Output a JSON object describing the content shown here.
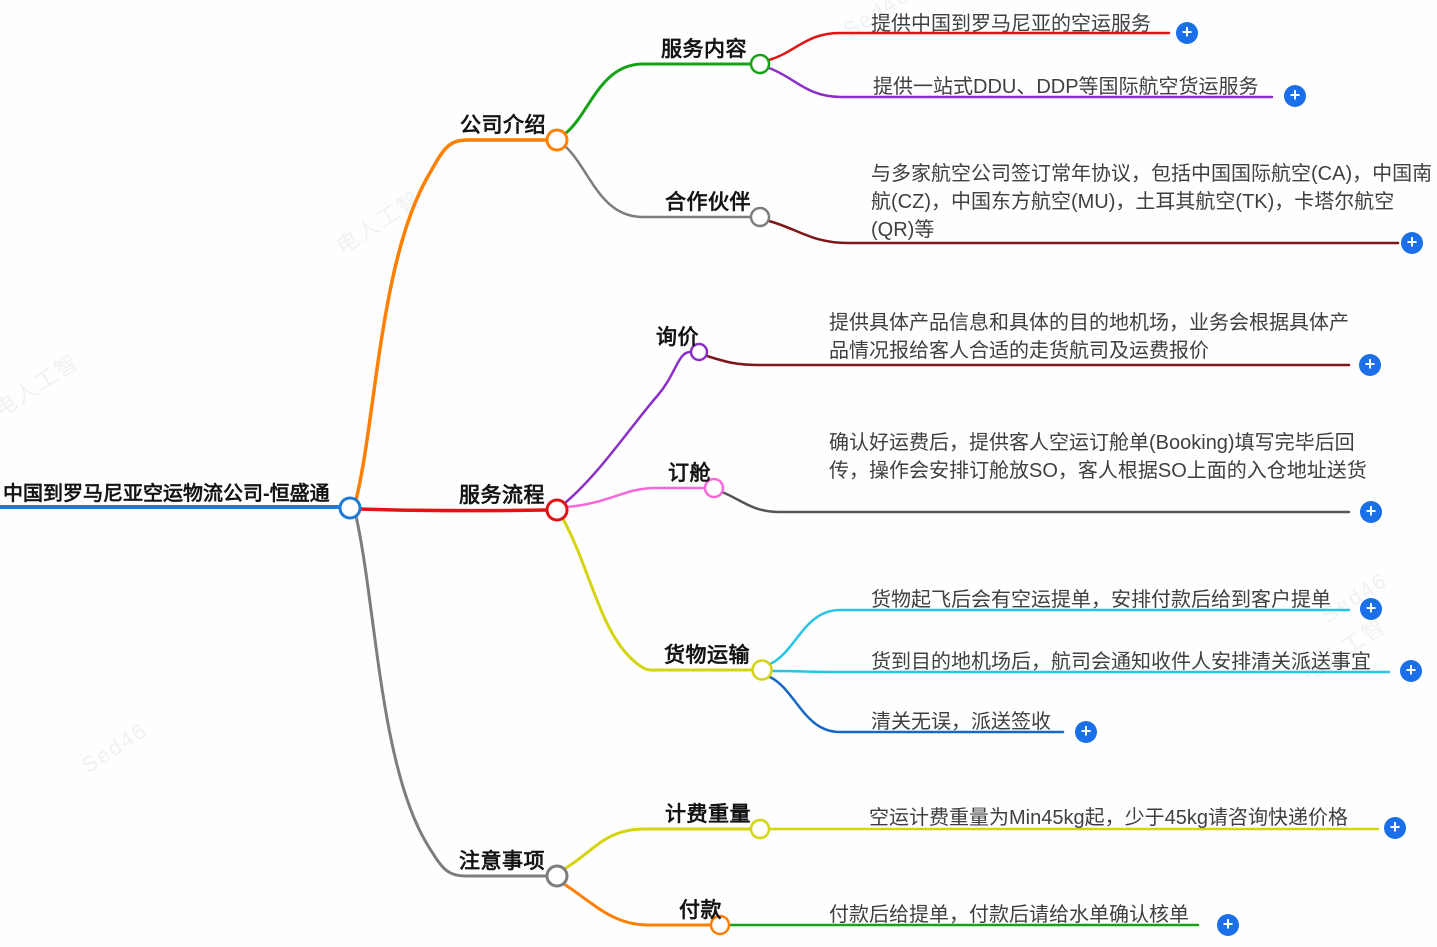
{
  "palette": {
    "root_blue": "#1e7ad4",
    "orange": "#ff7f00",
    "red": "#e11414",
    "gray": "#7d7d7d",
    "dark_gray": "#555555",
    "green": "#16a216",
    "purple": "#8b2fc9",
    "dark_red": "#7e1518",
    "pink": "#f868d8",
    "yellow": "#d4d411",
    "cyan": "#27c4e8",
    "blue": "#1668c4"
  },
  "root": {
    "label": "中国到罗马尼亚空运物流公司-恒盛通"
  },
  "branches": {
    "company": {
      "label": "公司介绍"
    },
    "process": {
      "label": "服务流程"
    },
    "notes": {
      "label": "注意事项"
    }
  },
  "subtopics": {
    "service_content": {
      "label": "服务内容"
    },
    "partners": {
      "label": "合作伙伴"
    },
    "inquiry": {
      "label": "询价"
    },
    "booking": {
      "label": "订舱"
    },
    "transport": {
      "label": "货物运输"
    },
    "charge_weight": {
      "label": "计费重量"
    },
    "payment": {
      "label": "付款"
    }
  },
  "leaves": {
    "l1": {
      "text": "提供中国到罗马尼亚的空运服务"
    },
    "l2": {
      "text": "提供一站式DDU、DDP等国际航空货运服务"
    },
    "l3": {
      "text": "与多家航空公司签订常年协议，包括中国国际航空(CA)，中国南航(CZ)，中国东方航空(MU)，土耳其航空(TK)，卡塔尔航空(QR)等"
    },
    "l4": {
      "text": "提供具体产品信息和具体的目的地机场，业务会根据具体产品情况报给客人合适的走货航司及运费报价"
    },
    "l5": {
      "text": "确认好运费后，提供客人空运订舱单(Booking)填写完毕后回传，操作会安排订舱放SO，客人根据SO上面的入仓地址送货"
    },
    "l6": {
      "text": "货物起飞后会有空运提单，安排付款后给到客户提单"
    },
    "l7": {
      "text": "货到目的地机场后，航司会通知收件人安排清关派送事宜"
    },
    "l8": {
      "text": "清关无误，派送签收"
    },
    "l9": {
      "text": "空运计费重量为Min45kg起，少于45kg请咨询快递价格"
    },
    "l10": {
      "text": "付款后给提单，付款后请给水单确认核单"
    }
  },
  "plus_button": {
    "glyph": "+",
    "color": "#1b6fe8"
  },
  "watermark": {
    "fragments": [
      "Sed46",
      "电人工智"
    ]
  }
}
